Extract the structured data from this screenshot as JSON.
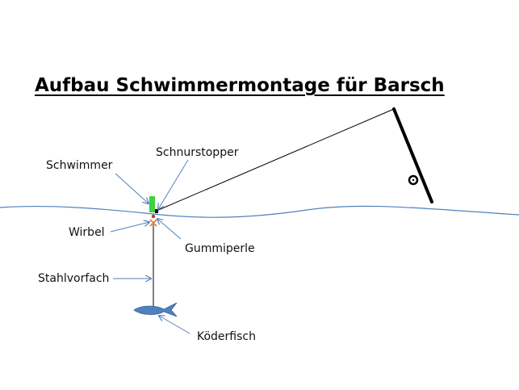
{
  "title": "Aufbau Schwimmermontage für Barsch",
  "labels": {
    "schwimmer": "Schwimmer",
    "schnurstopper": "Schnurstopper",
    "wirbel": "Wirbel",
    "gummiperle": "Gummiperle",
    "stahlvorfach": "Stahlvorfach",
    "koederfisch": "Köderfisch"
  },
  "colors": {
    "water": "#4f81bd",
    "float": "#3fd13f",
    "swivel": "#e07b2a",
    "bead": "#c0391b",
    "fish": "#4f81bd",
    "line": "#000000",
    "arrow": "#4f81bd"
  }
}
